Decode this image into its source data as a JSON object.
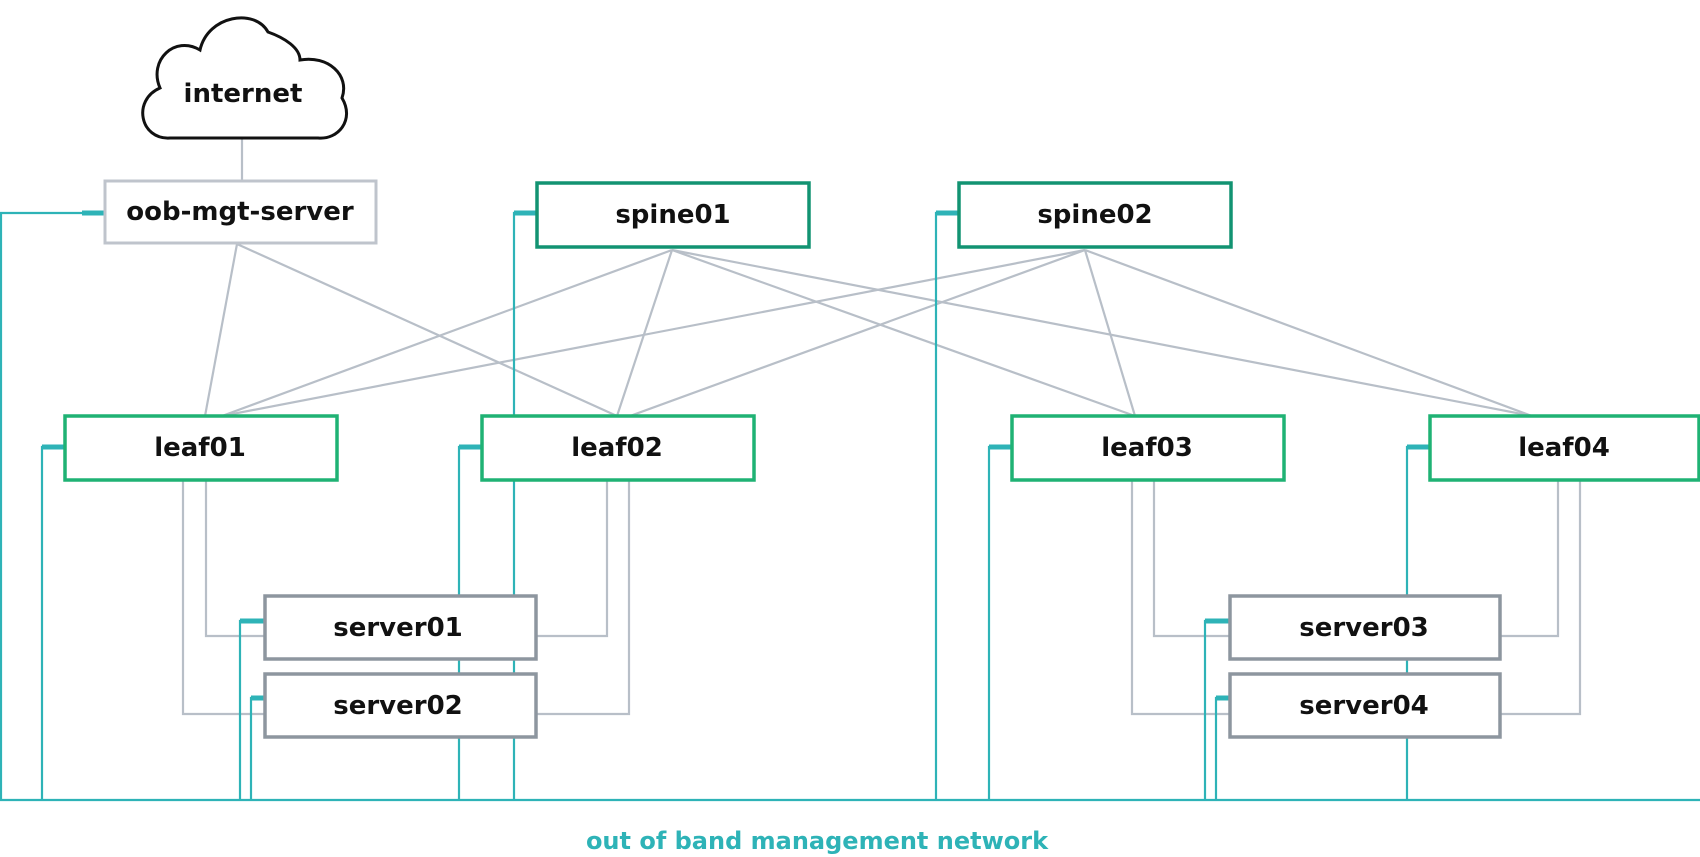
{
  "colors": {
    "oob": "#2eb3b7",
    "data_link": "#b8bfc8",
    "spine_border": "#129372",
    "leaf_border": "#1fb274",
    "server_border": "#8d969f",
    "mgmt_border": "#bfc4cc",
    "cloud_stroke": "#111111",
    "text": "#111111"
  },
  "cloud": {
    "label": "internet",
    "icon": "cloud-icon"
  },
  "nodes": {
    "mgmt": "oob-mgt-server",
    "spine01": "spine01",
    "spine02": "spine02",
    "leaf01": "leaf01",
    "leaf02": "leaf02",
    "leaf03": "leaf03",
    "leaf04": "leaf04",
    "server01": "server01",
    "server02": "server02",
    "server03": "server03",
    "server04": "server04"
  },
  "oob_network": {
    "label": "out of band management network"
  }
}
